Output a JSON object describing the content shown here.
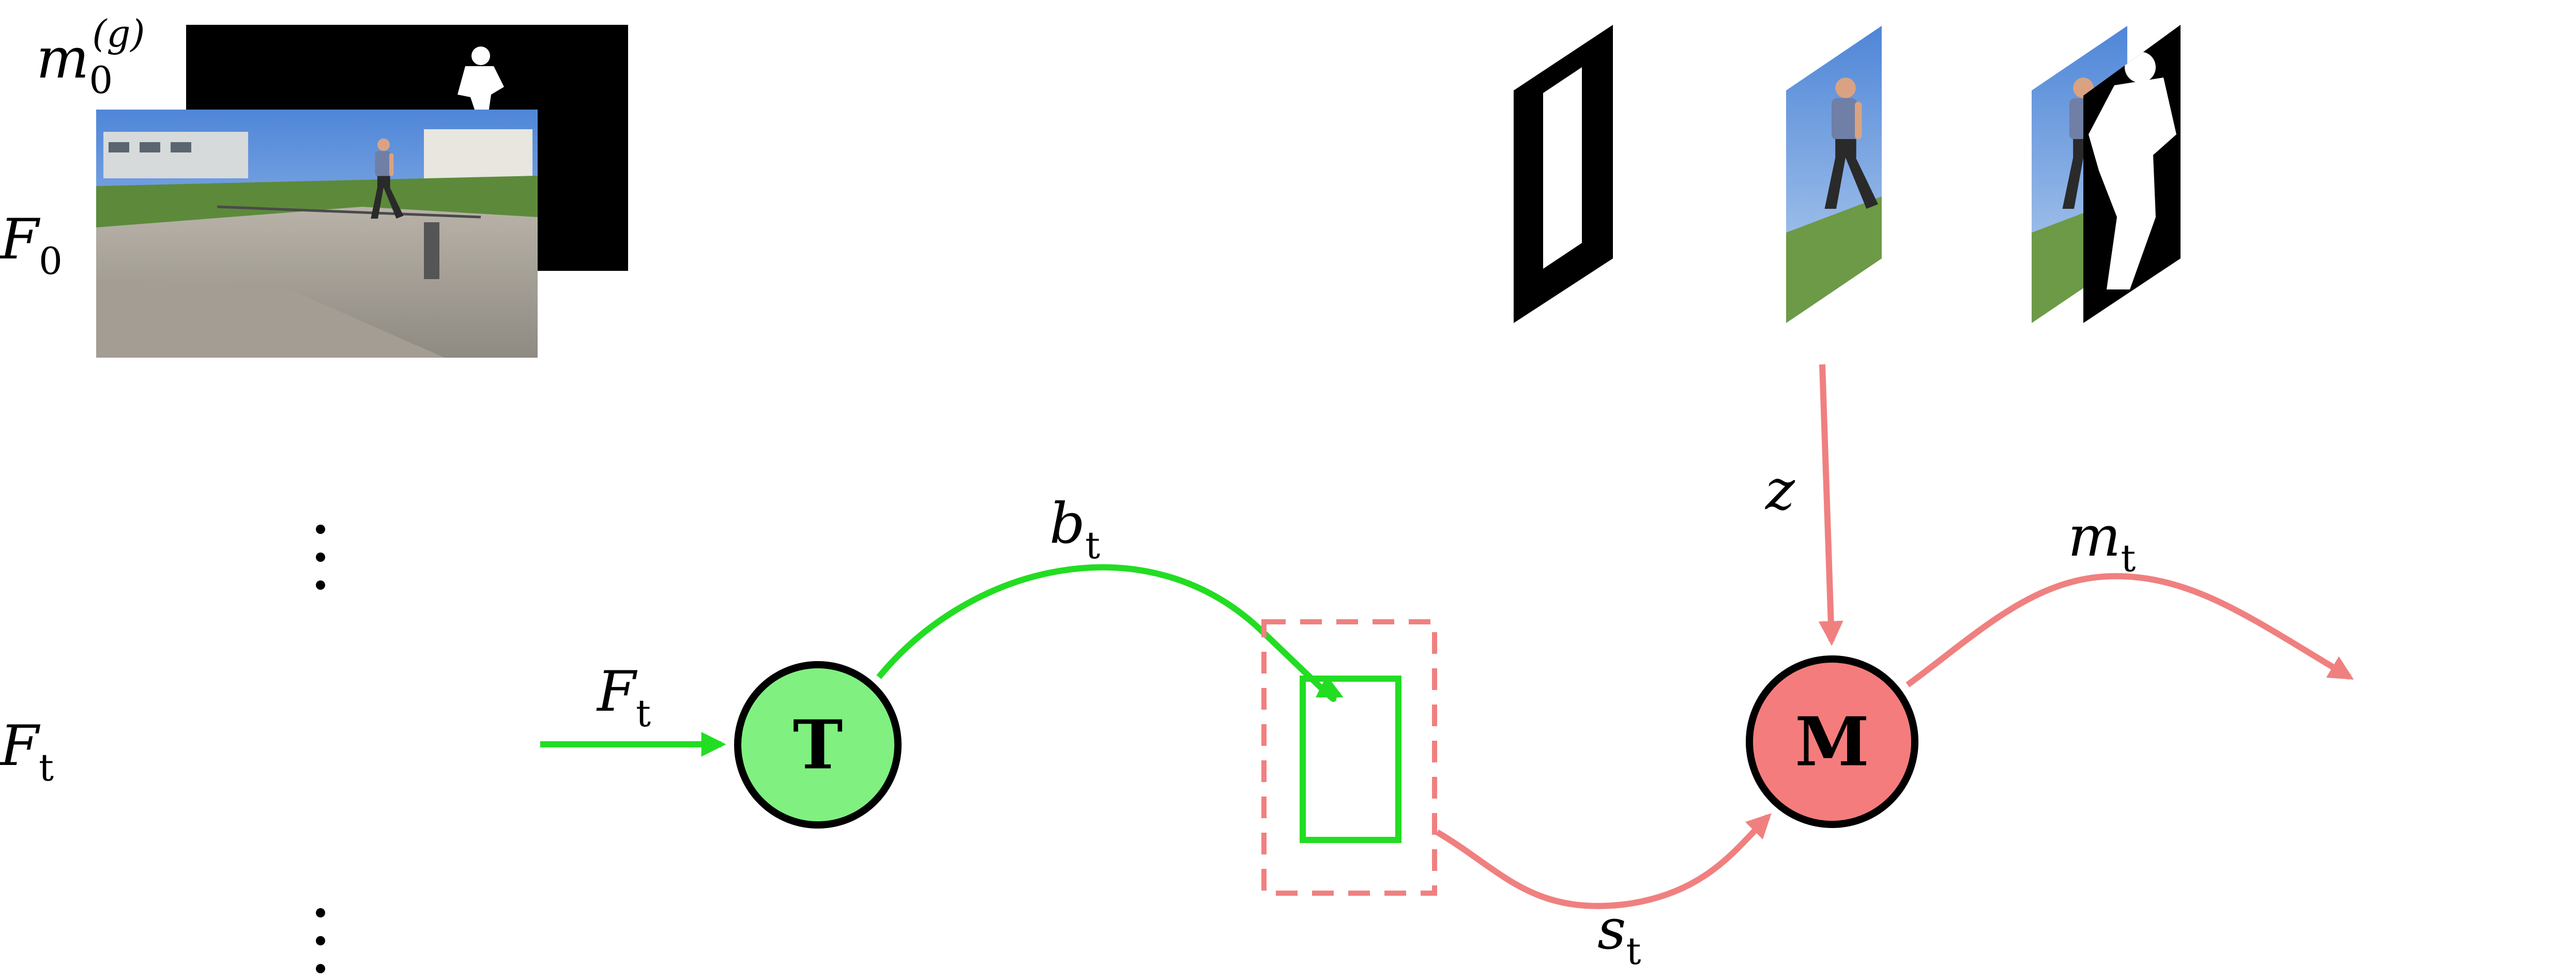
{
  "labels": {
    "m0_base": "m",
    "m0_sub": "0",
    "m0_sup": "(g)",
    "f0_base": "F",
    "f0_sub": "0",
    "ft_base": "F",
    "ft_sub": "t",
    "edge_ft_base": "F",
    "edge_ft_sub": "t",
    "bt_base": "b",
    "bt_sub": "t",
    "z": "z",
    "mt_base": "m",
    "mt_sub": "t",
    "st_base": "s",
    "st_sub": "t"
  },
  "nodes": {
    "tracker": "T",
    "segmenter": "M"
  },
  "ellipsis": {
    "top": "⋮",
    "bottom": "⋮"
  },
  "colors": {
    "tracker": "#80f080",
    "segmenter": "#f47c7c",
    "green_path": "#22dd22",
    "red_path": "#f08080",
    "box_green": "#22dd22",
    "box_dashed": "#f08080",
    "mask_overlay": "#cc1010"
  }
}
